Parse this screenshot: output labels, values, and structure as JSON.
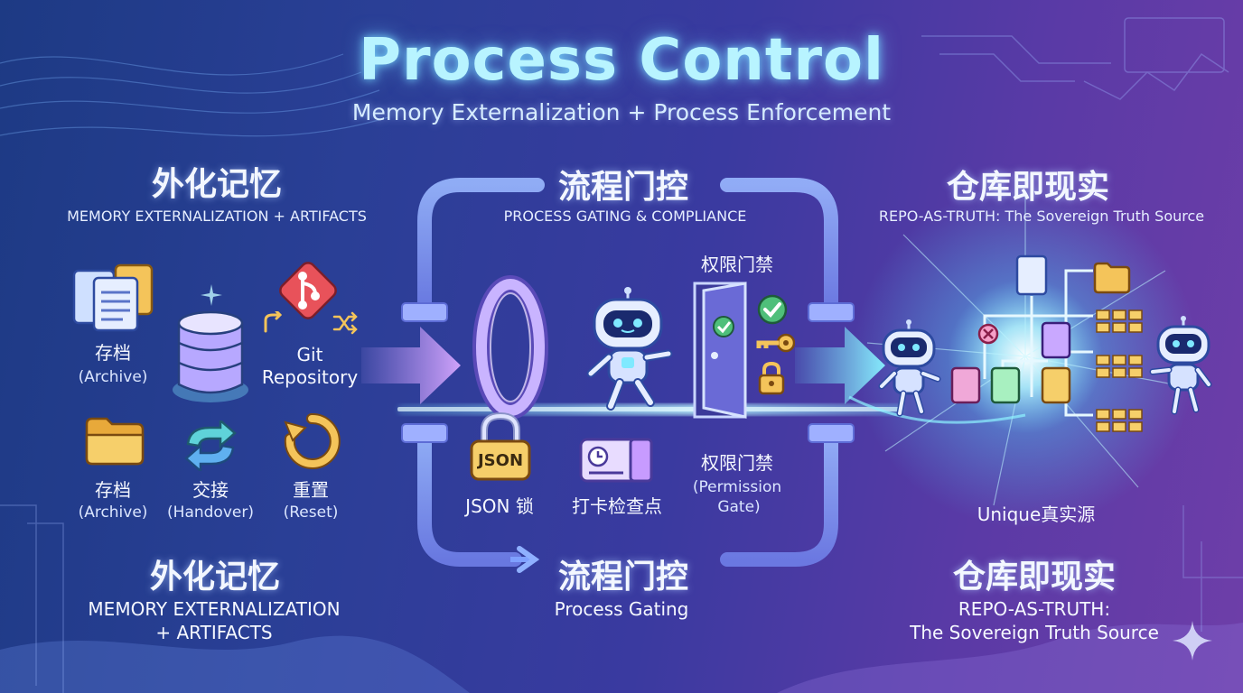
{
  "header": {
    "title": "Process Control",
    "subtitle": "Memory Externalization + Process Enforcement"
  },
  "left": {
    "heading_zh": "外化记忆",
    "heading_en": "MEMORY EXTERNALIZATION + ARTIFACTS",
    "items": [
      {
        "zh": "存档",
        "en": "(Archive)",
        "icon": "documents-icon"
      },
      {
        "zh": "",
        "en": "",
        "icon": "database-icon"
      },
      {
        "zh": "Git",
        "en": "Repository",
        "icon": "git-icon"
      },
      {
        "zh": "存档",
        "en": "(Archive)",
        "icon": "folder-icon"
      },
      {
        "zh": "交接",
        "en": "(Handover)",
        "icon": "swap-arrows-icon"
      },
      {
        "zh": "重置",
        "en": "(Reset)",
        "icon": "reset-icon"
      }
    ],
    "footer_zh": "外化记忆",
    "footer_en_line1": "MEMORY EXTERNALIZATION",
    "footer_en_line2": "+ ARTIFACTS"
  },
  "center": {
    "heading_zh": "流程门控",
    "heading_en": "PROCESS GATING & COMPLIANCE",
    "gate_label_top": "权限门禁",
    "json_lock_badge": "JSON",
    "json_lock_label": "JSON 锁",
    "checkpoint_label": "打卡检查点",
    "permission_zh": "权限门禁",
    "permission_en_line1": "(Permission",
    "permission_en_line2": "Gate)",
    "footer_zh": "流程门控",
    "footer_en": "Process Gating"
  },
  "right": {
    "heading_zh": "仓库即现实",
    "heading_en": "REPO-AS-TRUTH: The Sovereign Truth Source",
    "unique_label": "Unique真实源",
    "footer_zh": "仓库即现实",
    "footer_en_line1": "REPO-AS-TRUTH:",
    "footer_en_line2": "The Sovereign Truth Source"
  },
  "colors": {
    "title": "#b8f4ff",
    "accent_cyan": "#6fe6ff",
    "accent_purple": "#c79bff",
    "git_red": "#e8525a",
    "folder_yellow": "#f4c45a"
  }
}
